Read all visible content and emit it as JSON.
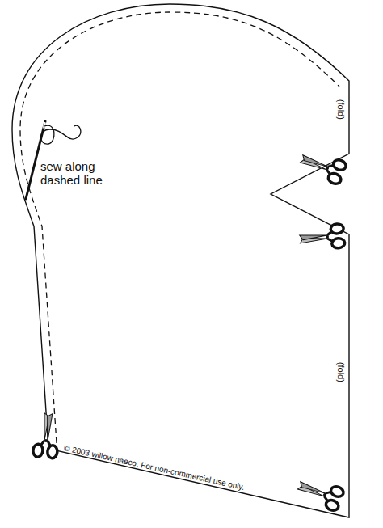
{
  "diagram": {
    "labels": [
      "sew along dashed line",
      "(fold)",
      "(fold)",
      "© 2003 willow naeco. For non-commercial use only."
    ]
  }
}
